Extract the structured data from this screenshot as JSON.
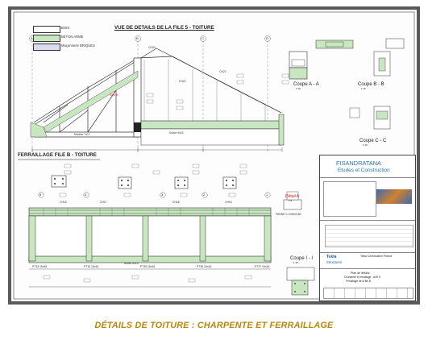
{
  "drawing": {
    "title_top": "VUE DE DETAILS DE LA FILE 5 - TOITURE",
    "title_bottom": "FERRAILLAGE FILE B - TOITURE",
    "legend": [
      {
        "label": "BOIS",
        "color": "#ffffff"
      },
      {
        "label": "BETON ARME",
        "color": "#c8e6c0"
      },
      {
        "label": "Maçonnerie BRIQUES",
        "color": "#d9dcef"
      }
    ],
    "axes_top": [
      "A",
      "B",
      "C",
      "D"
    ],
    "axes_bottom": [
      "5",
      "4",
      "3",
      "2",
      "1"
    ],
    "sections": {
      "aa": "Coupe A - A",
      "bb": "Coupe B - B",
      "cc": "Coupe C - C",
      "ii": "Coupe I - I"
    },
    "scale_small": "1:15",
    "labels": {
      "ch20": "CH20",
      "ch21": "CH21",
      "ch22": "CH22",
      "ch15": "CH15",
      "ch17": "CH17",
      "ch18": "CH18",
      "ch16": "CH16",
      "solive": "Solive 5x15",
      "madrier": "Madrier 7x17",
      "sec_a": "Sec A",
      "detail_a": "Détail A",
      "detail_scale": "1:5",
      "panne": "PANNE C 10x5x0,50",
      "pt_posts": [
        "PT33 16x45",
        "PT34 16x16",
        "PT35 16x16",
        "PT36 16x16",
        "PT37 16x16"
      ]
    }
  },
  "title_block": {
    "company": "FISANDRATANA",
    "subtitle": "Etudes et Construction",
    "software": "Tekla",
    "software_sub": "Structures",
    "client": "Tekla Construction France",
    "sheet_title": "Plan de détails",
    "sheet_sub1": "Charpente et ferraillage - AXE 5",
    "sheet_sub2": "Ferraillage de la file B"
  },
  "caption": "DÉTAILS DE TOITURE : CHARPENTE ET FERRAILLAGE"
}
